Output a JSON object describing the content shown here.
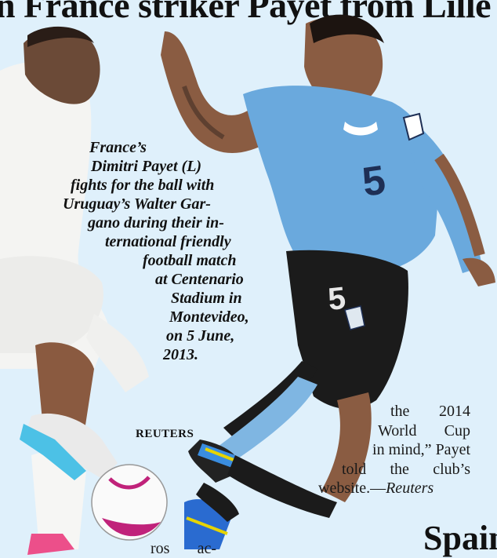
{
  "headline": "n France striker Payet from Lille",
  "caption": {
    "lines": [
      "France’s",
      "Dimitri Payet (L)",
      "fights for the ball with",
      "Uruguay’s Walter Gar-",
      "gano during their in-",
      "ternational friendly",
      "football match",
      "at Centenario",
      "Stadium in",
      "Montevideo,",
      "on 5 June,",
      "2013."
    ],
    "credit": "REUTERS"
  },
  "article": {
    "l1a": "the",
    "l1b": "2014",
    "l2a": "World",
    "l2b": "Cup",
    "l3": "in mind,” Payet",
    "l4a": "told",
    "l4b": "the",
    "l4c": "club’s",
    "l5a": "website.—",
    "l5b": "Reuters"
  },
  "fragment": {
    "a": "ros",
    "b": "ac-"
  },
  "next_headline": "Spain"
}
